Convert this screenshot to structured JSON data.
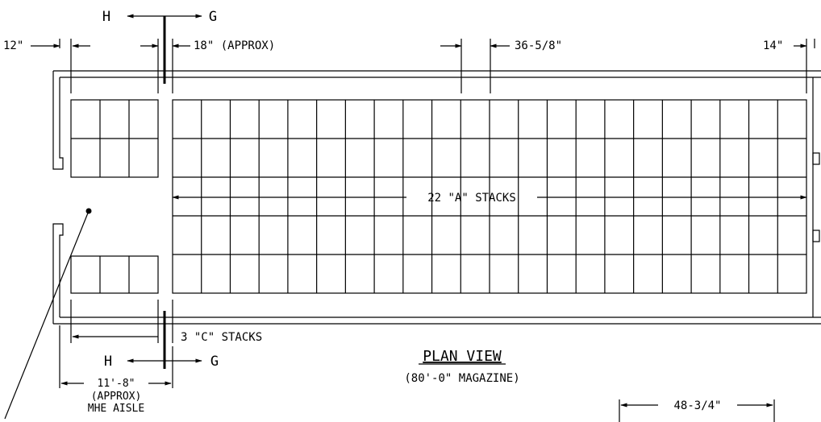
{
  "labels": {
    "dim_12": "12\"",
    "dim_18": "18\" (APPROX)",
    "dim_36": "36-5/8\"",
    "dim_14": "14\"",
    "a_stacks": "22 \"A\" STACKS",
    "c_stacks": "3 \"C\" STACKS",
    "section_h": "H",
    "section_g": "G",
    "title": "PLAN VIEW",
    "subtitle": "(80'-0\" MAGAZINE)",
    "aisle_dim": "11'-8\"",
    "aisle_approx": "(APPROX)",
    "aisle_name": "MHE AISLE",
    "dim_48": "48-3/4\""
  }
}
